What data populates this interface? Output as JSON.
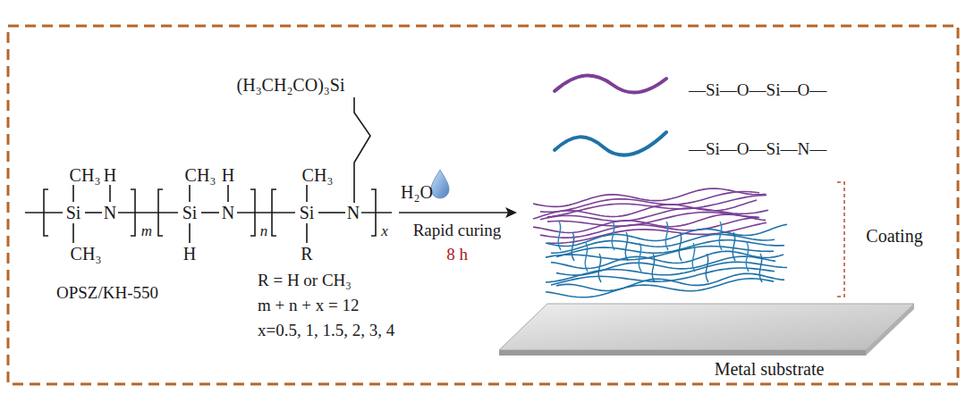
{
  "diagram": {
    "labels": [
      "(H₃CH₂CO)₃Si",
      "CH₃",
      "H",
      "Si",
      "N",
      "CH₃",
      "m",
      "CH₃",
      "H",
      "Si",
      "N",
      "H",
      "n",
      "CH₃",
      "Si",
      "N",
      "R",
      "x",
      "OPSZ/KH-550",
      "R = H or CH₃",
      "m + n + x = 12",
      "x=0.5, 1, 1.5, 2, 3, 4",
      "H₂O",
      "Rapid curing",
      "8 h",
      "Coating",
      "Metal substrate"
    ],
    "legend": [
      {
        "text": "—Si—O—Si—O—"
      },
      {
        "text": "—Si—O—Si—N—"
      }
    ]
  }
}
